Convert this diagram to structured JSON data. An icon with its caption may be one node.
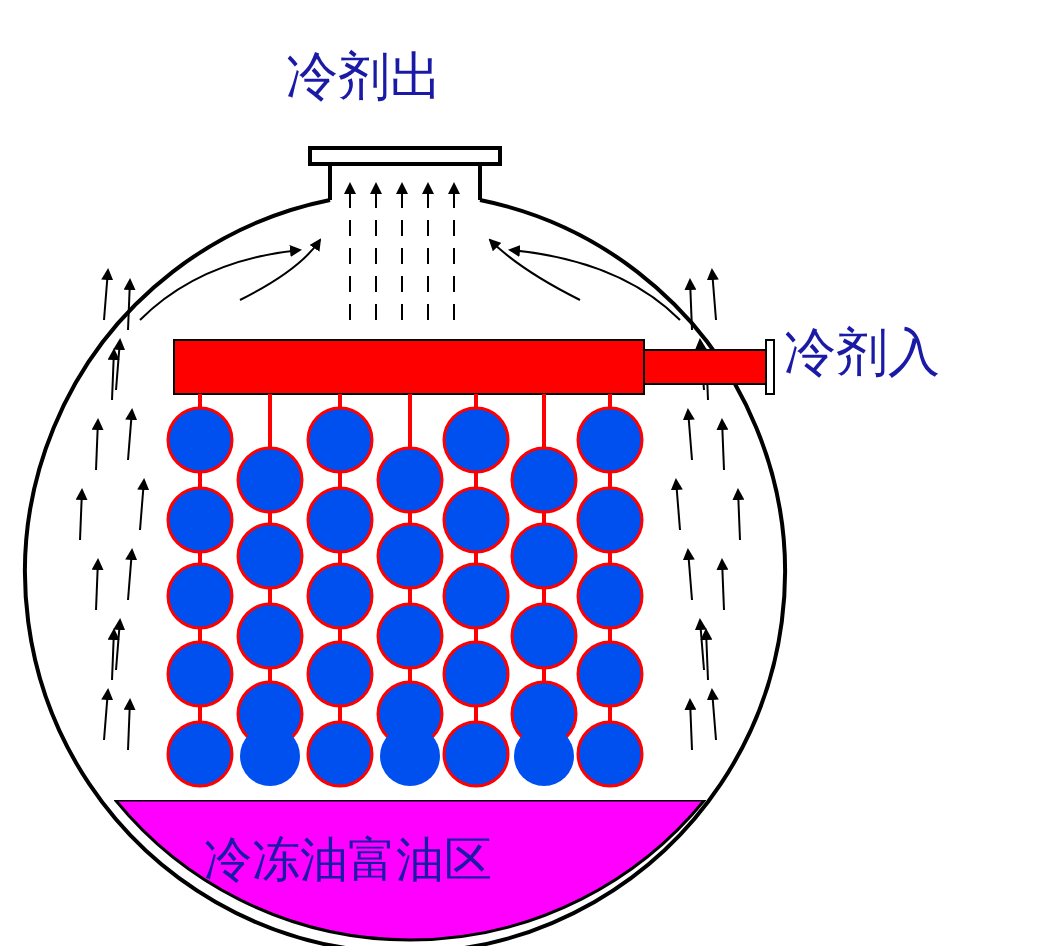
{
  "diagram": {
    "nodes": [
      {
        "text": [
          "冷冻油富油区"
        ]
      }
    ],
    "labels": [
      "冷剂出",
      "冷剂入"
    ]
  }
}
